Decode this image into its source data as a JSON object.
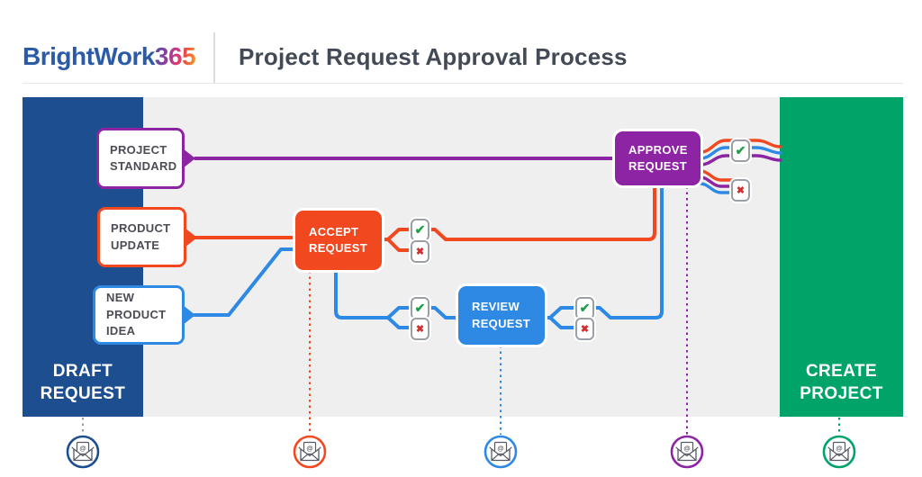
{
  "header": {
    "logo": {
      "prefix": "BrightWork",
      "suffix": "365"
    },
    "title": "Project Request Approval Process"
  },
  "panels": {
    "draft": {
      "label": "DRAFT\nREQUEST"
    },
    "create": {
      "label": "CREATE\nPROJECT"
    }
  },
  "nodes": {
    "project_standard": {
      "label": "PROJECT\nSTANDARD"
    },
    "product_update": {
      "label": "PRODUCT\nUPDATE"
    },
    "new_product_idea": {
      "label": "NEW\nPRODUCT\nIDEA"
    },
    "accept_request": {
      "label": "ACCEPT\nREQUEST"
    },
    "review_request": {
      "label": "REVIEW\nREQUEST"
    },
    "approve_request": {
      "label": "APPROVE\nREQUEST"
    }
  },
  "icons": {
    "check": "✔",
    "cross": "✖",
    "at": "@",
    "email": "open-envelope-with-at-sign"
  },
  "colors": {
    "navy_panel": "#1d4e8f",
    "green_panel": "#00a368",
    "orange": "#f1481f",
    "blue": "#2e89e5",
    "purple": "#8d24a3",
    "check_green": "#1fa048",
    "cross_red": "#d32f2f",
    "logo_blue": "#2b5aa7",
    "title_text": "#434a55",
    "diagram_bg": "#efefef",
    "gray_dash": "#9b9b9b"
  }
}
